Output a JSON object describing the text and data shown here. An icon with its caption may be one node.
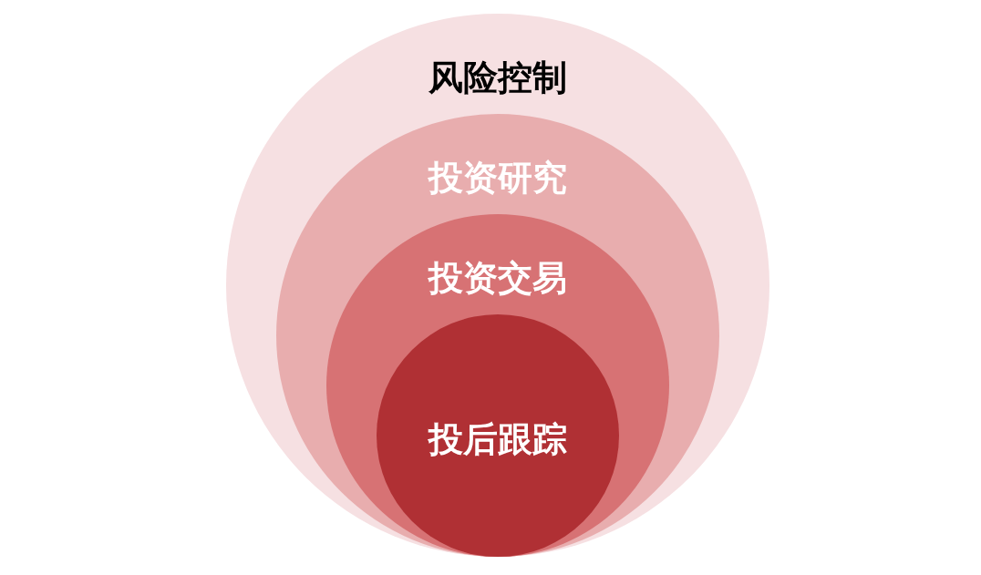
{
  "diagram": {
    "nodes": [
      {
        "text": [
          "风险控制"
        ]
      },
      {
        "text": [
          "投资研究"
        ],
        "in": 0
      },
      {
        "text": [
          "投资交易"
        ],
        "in": 1
      },
      {
        "text": [
          "投后跟踪"
        ],
        "in": 2
      }
    ]
  }
}
